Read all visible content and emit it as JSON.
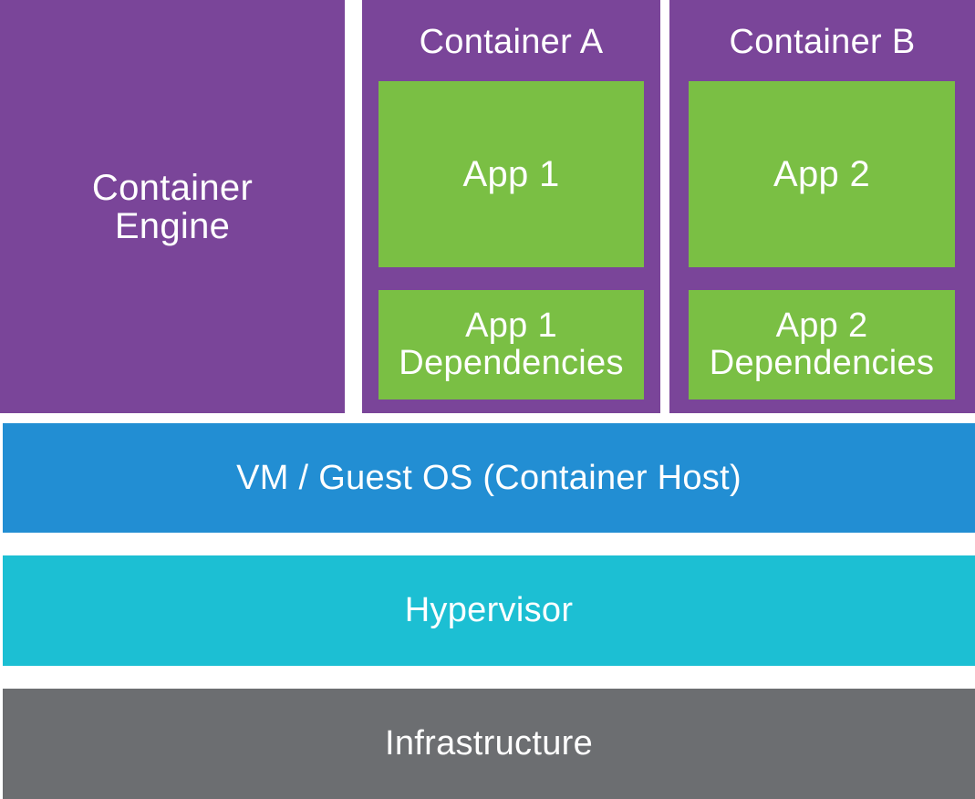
{
  "colors": {
    "purple": "#7a4599",
    "green": "#7abf44",
    "blue": "#228ed3",
    "cyan": "#1cbfd3",
    "gray": "#6c6e71",
    "text": "#ffffff"
  },
  "engine": {
    "label": "Container\nEngine"
  },
  "containers": [
    {
      "title": "Container A",
      "app": "App 1",
      "dependencies": "App 1\nDependencies"
    },
    {
      "title": "Container B",
      "app": "App 2",
      "dependencies": "App 2\nDependencies"
    }
  ],
  "layers": {
    "vm": "VM / Guest OS (Container Host)",
    "hypervisor": "Hypervisor",
    "infrastructure": "Infrastructure"
  }
}
